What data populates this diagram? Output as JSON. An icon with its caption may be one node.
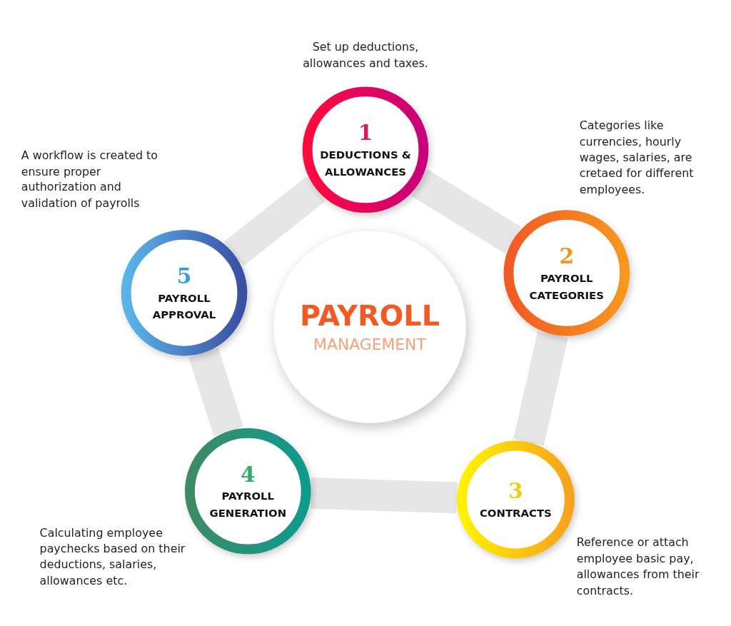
{
  "diagram": {
    "nodes": [
      {
        "text": [
          "1",
          "DEDUCTIONS & ALLOWANCES"
        ],
        "beside": [
          "Set up deductions, allowances and taxes."
        ]
      },
      {
        "text": [
          "2",
          "PAYROLL CATEGORIES"
        ],
        "beside": [
          "Categories like currencies, hourly wages, salaries, are cretaed for different employees."
        ]
      },
      {
        "text": [
          "3",
          "CONTRACTS"
        ],
        "beside": [
          "Reference or attach employee basic pay, allowances from their contracts."
        ]
      },
      {
        "text": [
          "4",
          "PAYROLL GENERATION"
        ],
        "beside": [
          "Calculating employee paychecks based on their deductions, salaries, allowances etc."
        ]
      },
      {
        "text": [
          "5",
          "PAYROLL APPROVAL"
        ],
        "beside": [
          "A workflow is created to ensure proper authorization and validation of payrolls"
        ]
      },
      {
        "text": [
          "PAYROLL",
          "MANAGEMENT"
        ]
      }
    ],
    "edges": [
      {
        "from": 0,
        "to": 1,
        "arrow": "none"
      },
      {
        "from": 1,
        "to": 2,
        "arrow": "none"
      },
      {
        "from": 2,
        "to": 3,
        "arrow": "none"
      },
      {
        "from": 3,
        "to": 4,
        "arrow": "none"
      },
      {
        "from": 4,
        "to": 0,
        "arrow": "none"
      }
    ]
  }
}
